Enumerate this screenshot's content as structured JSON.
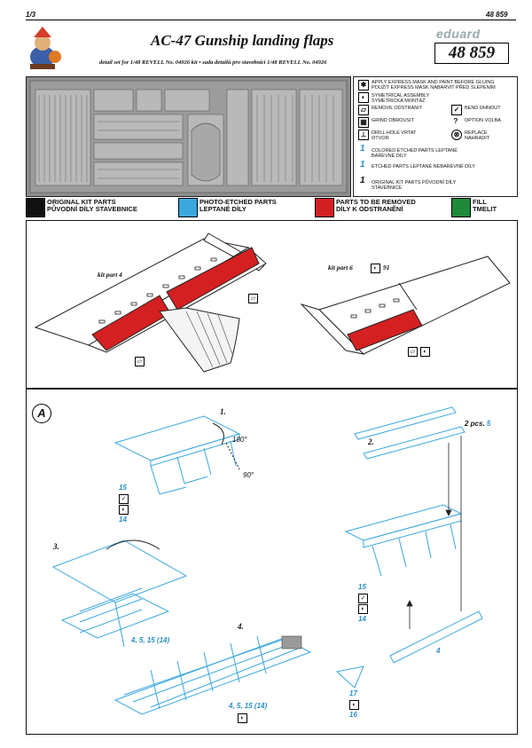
{
  "header": {
    "page": "1/3",
    "code_small": "48 859",
    "brand": "eduard",
    "title": "AC-47 Gunship landing flaps",
    "subtitle": "detail set for 1/48 REVELL No. 04926 kit  • sada detailů pro stavebnici 1/48 REVELL No. 04926",
    "code": "48 859"
  },
  "legend": {
    "express": "APPLY EXPRESS MASK AND PAINT BEFORE GLUING POUŽIT EXPRESS MASK NABARVIT PŘED SLEPENÍM",
    "sym": "SYMETRICAL ASSEMBLY SYMETRICKÁ MONTÁŽ",
    "remove": "REMOVE ODSTRANIT",
    "bend": "BEND OHNOUT",
    "grind": "GRIND OBROUSIT",
    "option": "OPTION VOLBA",
    "drill": "DRILL HOLE VRTAT OTVOR",
    "replace": "REPLACE NAHRADIT",
    "colored": "COLORED ETCHED PARTS LEPTANÉ BAREVNÉ DÍLY",
    "etched": "ETCHED PARTS LEPTANÉ NEBAREVNÉ DÍLY",
    "original": "ORIGINAL KIT PARTS PŮVODNÍ DÍLY STAVEBNICE"
  },
  "color_key": [
    {
      "line1": "ORIGINAL KIT PARTS",
      "line2": "PŮVODNÍ DÍLY STAVEBNICE",
      "color": "#111111"
    },
    {
      "line1": "PHOTO-ETCHED PARTS",
      "line2": "LEPTANÉ DÍLY",
      "color": "#3aa7df"
    },
    {
      "line1": "PARTS TO BE REMOVED",
      "line2": "DÍLY K ODSTRANĚNÍ",
      "color": "#d42020"
    },
    {
      "line1": "FILL",
      "line2": "TMELIT",
      "color": "#1e8a3a"
    }
  ],
  "removal": {
    "kit4": "kit part 4",
    "kit6": "kit part 6",
    "kit6_num": "91"
  },
  "stepA": {
    "marker": "A",
    "s1": "1.",
    "s2": "2.",
    "s3": "3.",
    "s4": "4.",
    "angle180": "180°",
    "angle90": "90°",
    "p15a": "15",
    "p14a": "14",
    "p2pcs": "2 pcs.",
    "p5": "5",
    "p15b": "15",
    "p14b": "14",
    "p4": "4",
    "p4515a": "4, 5, 15 (14)",
    "p4515b": "4, 5, 15 (14)",
    "p17": "17",
    "p16": "16"
  }
}
